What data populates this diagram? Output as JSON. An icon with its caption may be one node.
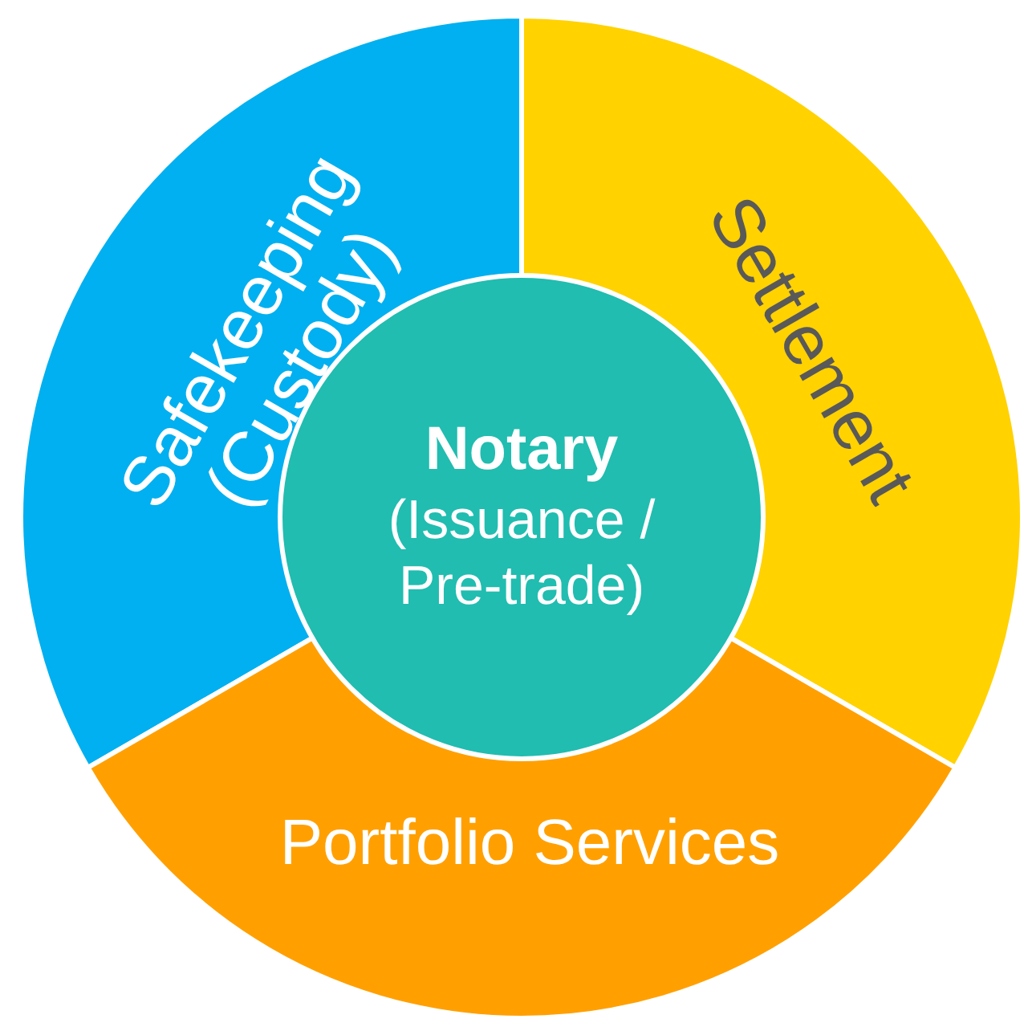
{
  "diagram": {
    "nodes": [
      {
        "text": [
          "Safekeeping (Custody)"
        ]
      },
      {
        "text": [
          "Settlement"
        ]
      },
      {
        "text": [
          "Notary",
          "(Issuance / Pre-trade)"
        ]
      },
      {
        "text": [
          "Portfolio Services"
        ]
      }
    ]
  }
}
